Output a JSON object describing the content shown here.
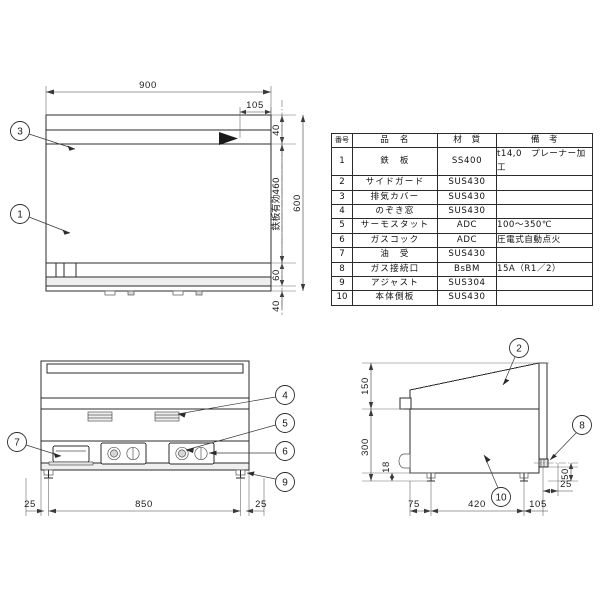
{
  "drawing": {
    "title": "griddle-technical-drawing",
    "views": [
      {
        "name": "top-view"
      },
      {
        "name": "front-view"
      },
      {
        "name": "side-view"
      }
    ]
  },
  "parts_table": {
    "headers": [
      "番号",
      "品　名",
      "材　質",
      "備　考"
    ],
    "rows": [
      {
        "no": "1",
        "name": "鉄　板",
        "material": "SS400",
        "remark": "t14,0　プレーナー加工"
      },
      {
        "no": "2",
        "name": "サイドガード",
        "material": "SUS430",
        "remark": ""
      },
      {
        "no": "3",
        "name": "排気カバー",
        "material": "SUS430",
        "remark": ""
      },
      {
        "no": "4",
        "name": "のぞき窓",
        "material": "SUS430",
        "remark": ""
      },
      {
        "no": "5",
        "name": "サーモスタット",
        "material": "ADC",
        "remark": "100～350℃"
      },
      {
        "no": "6",
        "name": "ガスコック",
        "material": "ADC",
        "remark": "圧電式自動点火"
      },
      {
        "no": "7",
        "name": "油　受",
        "material": "SUS430",
        "remark": ""
      },
      {
        "no": "8",
        "name": "ガス接続口",
        "material": "BsBM",
        "remark": "15A（R1／2）"
      },
      {
        "no": "9",
        "name": "アジャスト",
        "material": "SUS304",
        "remark": ""
      },
      {
        "no": "10",
        "name": "本体側板",
        "material": "SUS430",
        "remark": ""
      }
    ]
  },
  "top_view": {
    "dimensions": {
      "width": "900",
      "offset_right": "105",
      "depth_top": "40",
      "plate_effective": "鉄板有効460",
      "depth_lower": "60",
      "depth_bottom": "40",
      "overall_depth": "600"
    },
    "balloons": [
      "3",
      "1"
    ]
  },
  "front_view": {
    "dimensions": {
      "left_margin": "25",
      "body_width": "850",
      "right_margin": "25"
    },
    "balloons": [
      "7",
      "4",
      "5",
      "6",
      "9"
    ]
  },
  "side_view": {
    "dimensions": {
      "upper_height": "150",
      "lower_height": "300",
      "foot_height": "18",
      "gas_height": "50",
      "gas_offset": "25",
      "front_dim": "75",
      "mid_dim": "420",
      "rear_dim": "105"
    },
    "balloons": [
      "2",
      "8",
      "10"
    ]
  }
}
